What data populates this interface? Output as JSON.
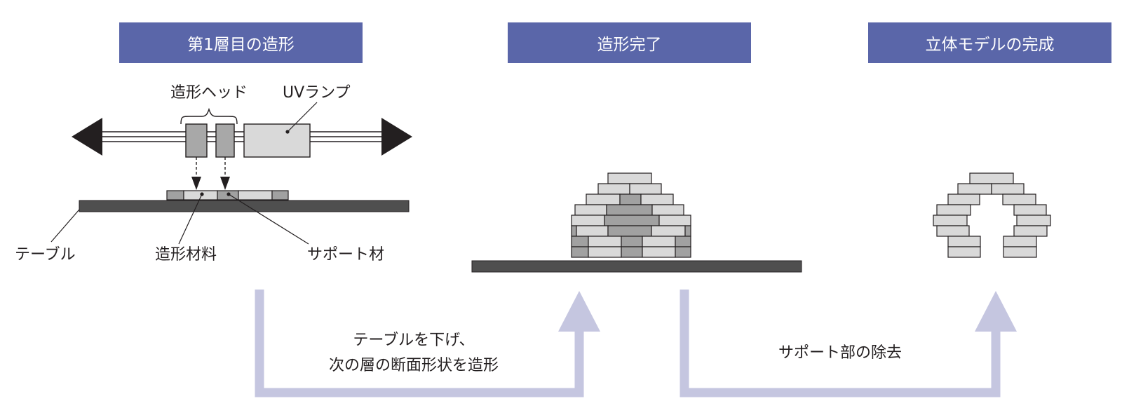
{
  "headers": {
    "step1": "第1層目の造形",
    "step2": "造形完了",
    "step3": "立体モデルの完成"
  },
  "labels": {
    "head": "造形ヘッド",
    "uv_lamp": "UVランプ",
    "table": "テーブル",
    "model_material": "造形材料",
    "support_material": "サポート材"
  },
  "transitions": {
    "first_line1": "テーブルを下げ、",
    "first_line2": "次の層の断面形状を造形",
    "second": "サポート部の除去"
  },
  "colors": {
    "header_bg": "#5a66a9",
    "header_text": "#ffffff",
    "flow_arrow": "#c5c6e0",
    "table": "#4f4f4f",
    "brick_light": "#d9d9d9",
    "brick_dark": "#a1a1a1",
    "arrow_black": "#231f20"
  }
}
